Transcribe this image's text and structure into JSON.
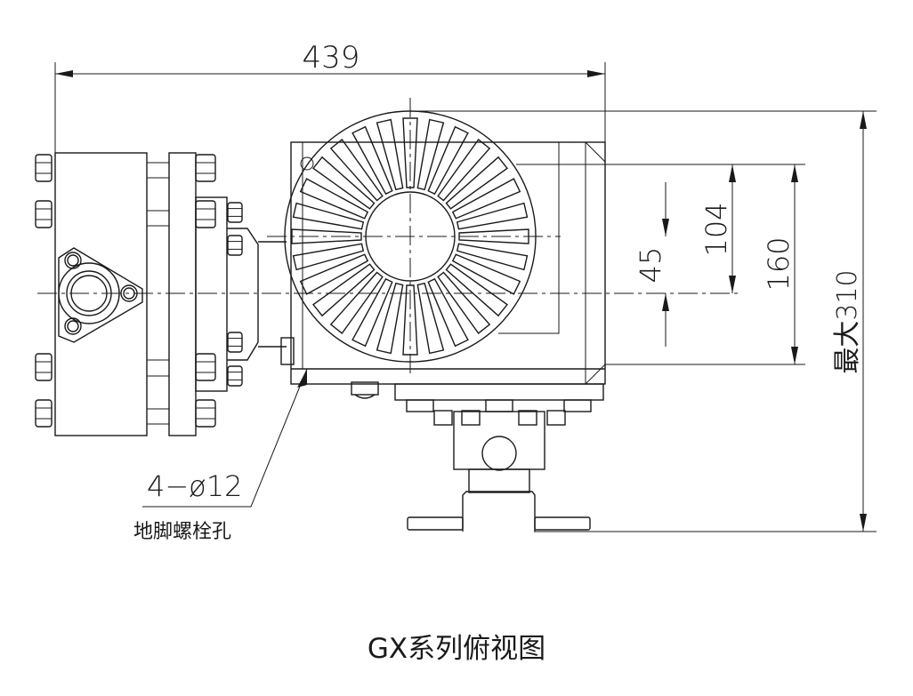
{
  "title": "GX系列俯视图",
  "dimensions": {
    "overall_width": "439",
    "dim_45": "45",
    "dim_104": "104",
    "dim_160": "160",
    "max_height": "最大310"
  },
  "callout": {
    "hole_spec": "4−ø12",
    "hole_desc": "地脚螺栓孔"
  },
  "fan_slot_count": 28
}
